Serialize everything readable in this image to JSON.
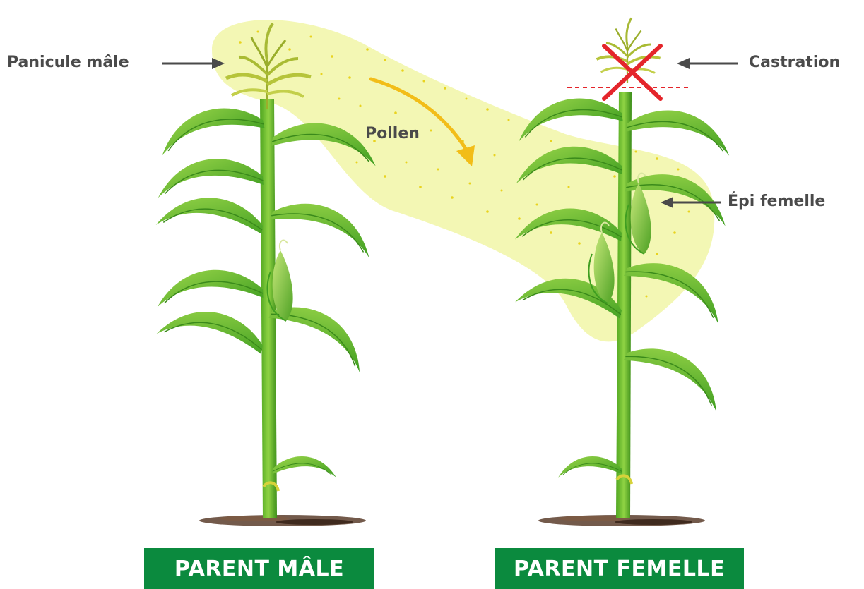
{
  "labels": {
    "male_tassel": "Panicule mâle",
    "pollen": "Pollen",
    "castration": "Castration",
    "female_ear": "Épi femelle"
  },
  "banners": {
    "male_parent": "PARENT MÂLE",
    "female_parent": "PARENT FEMELLE"
  },
  "colors": {
    "banner_green": "#0b8a3e",
    "pollen_zone": "#f3f7b4",
    "pollen_arrow": "#f2bd18",
    "cross_red": "#e4252b",
    "leaf_green": "#5db82a",
    "stalk_green": "#6cc22e",
    "tassel": "#b6c43a",
    "text_gray": "#4a4a4a"
  },
  "icons": {
    "castration_mark": "cross-icon",
    "callout_arrow": "arrow-left-icon"
  }
}
